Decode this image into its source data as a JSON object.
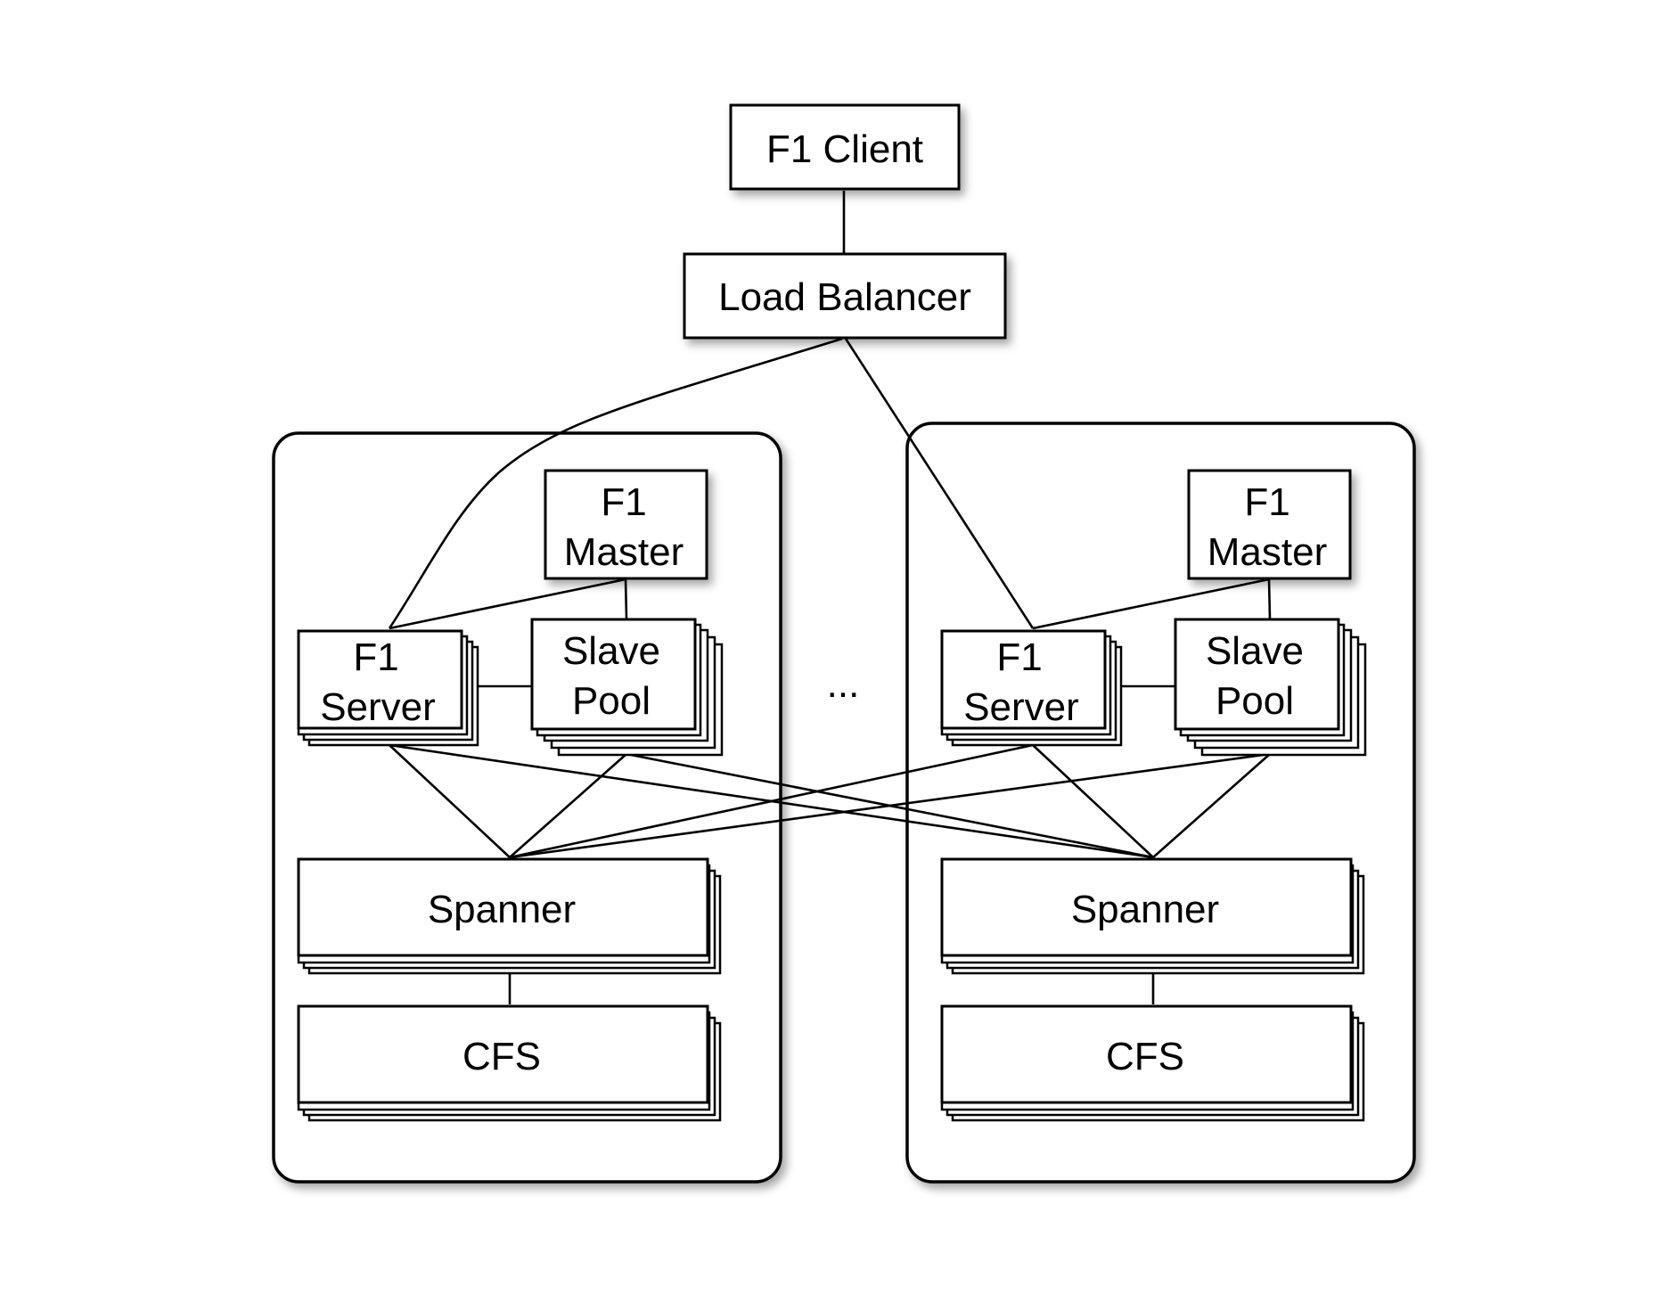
{
  "diagram": {
    "client": "F1 Client",
    "load_balancer": "Load Balancer",
    "ellipsis": "...",
    "datacenters": [
      {
        "master": [
          "F1",
          "Master"
        ],
        "server": [
          "F1",
          "Server"
        ],
        "slave_pool": [
          "Slave",
          "Pool"
        ],
        "spanner": "Spanner",
        "cfs": "CFS"
      },
      {
        "master": [
          "F1",
          "Master"
        ],
        "server": [
          "F1",
          "Server"
        ],
        "slave_pool": [
          "Slave",
          "Pool"
        ],
        "spanner": "Spanner",
        "cfs": "CFS"
      }
    ]
  }
}
